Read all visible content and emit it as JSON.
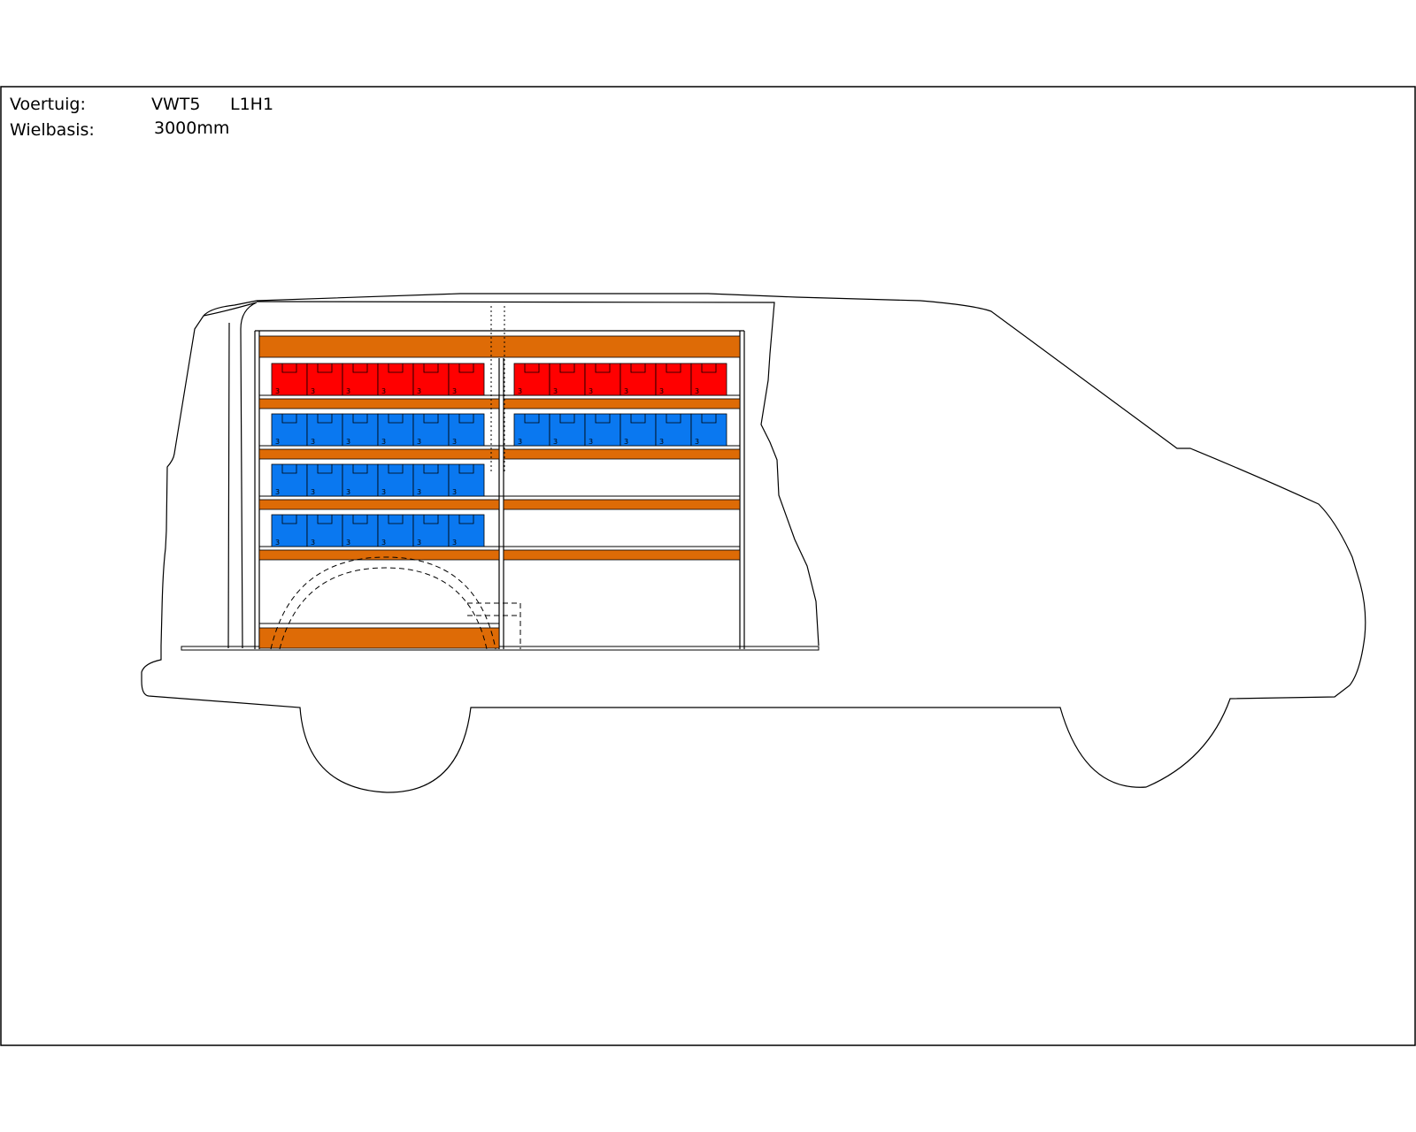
{
  "header": {
    "vehicle_label": "Voertuig:",
    "vehicle_value": "VWT5",
    "vehicle_variant": "L1H1",
    "wheelbase_label": "Wielbasis:",
    "wheelbase_value": "3000mm"
  },
  "shelving": {
    "rows": [
      {
        "left_color": "red",
        "left_bins": 6,
        "right_color": "red",
        "right_bins": 6
      },
      {
        "left_color": "blue",
        "left_bins": 6,
        "right_color": "blue",
        "right_bins": 6
      },
      {
        "left_color": "blue",
        "left_bins": 6,
        "right_color": "",
        "right_bins": 0
      },
      {
        "left_color": "blue",
        "left_bins": 6,
        "right_color": "",
        "right_bins": 0
      }
    ],
    "bin_number": "3"
  },
  "colors": {
    "red": "#ff0000",
    "blue": "#0a78f0",
    "shelf": "#de6b06",
    "line": "#000000"
  }
}
